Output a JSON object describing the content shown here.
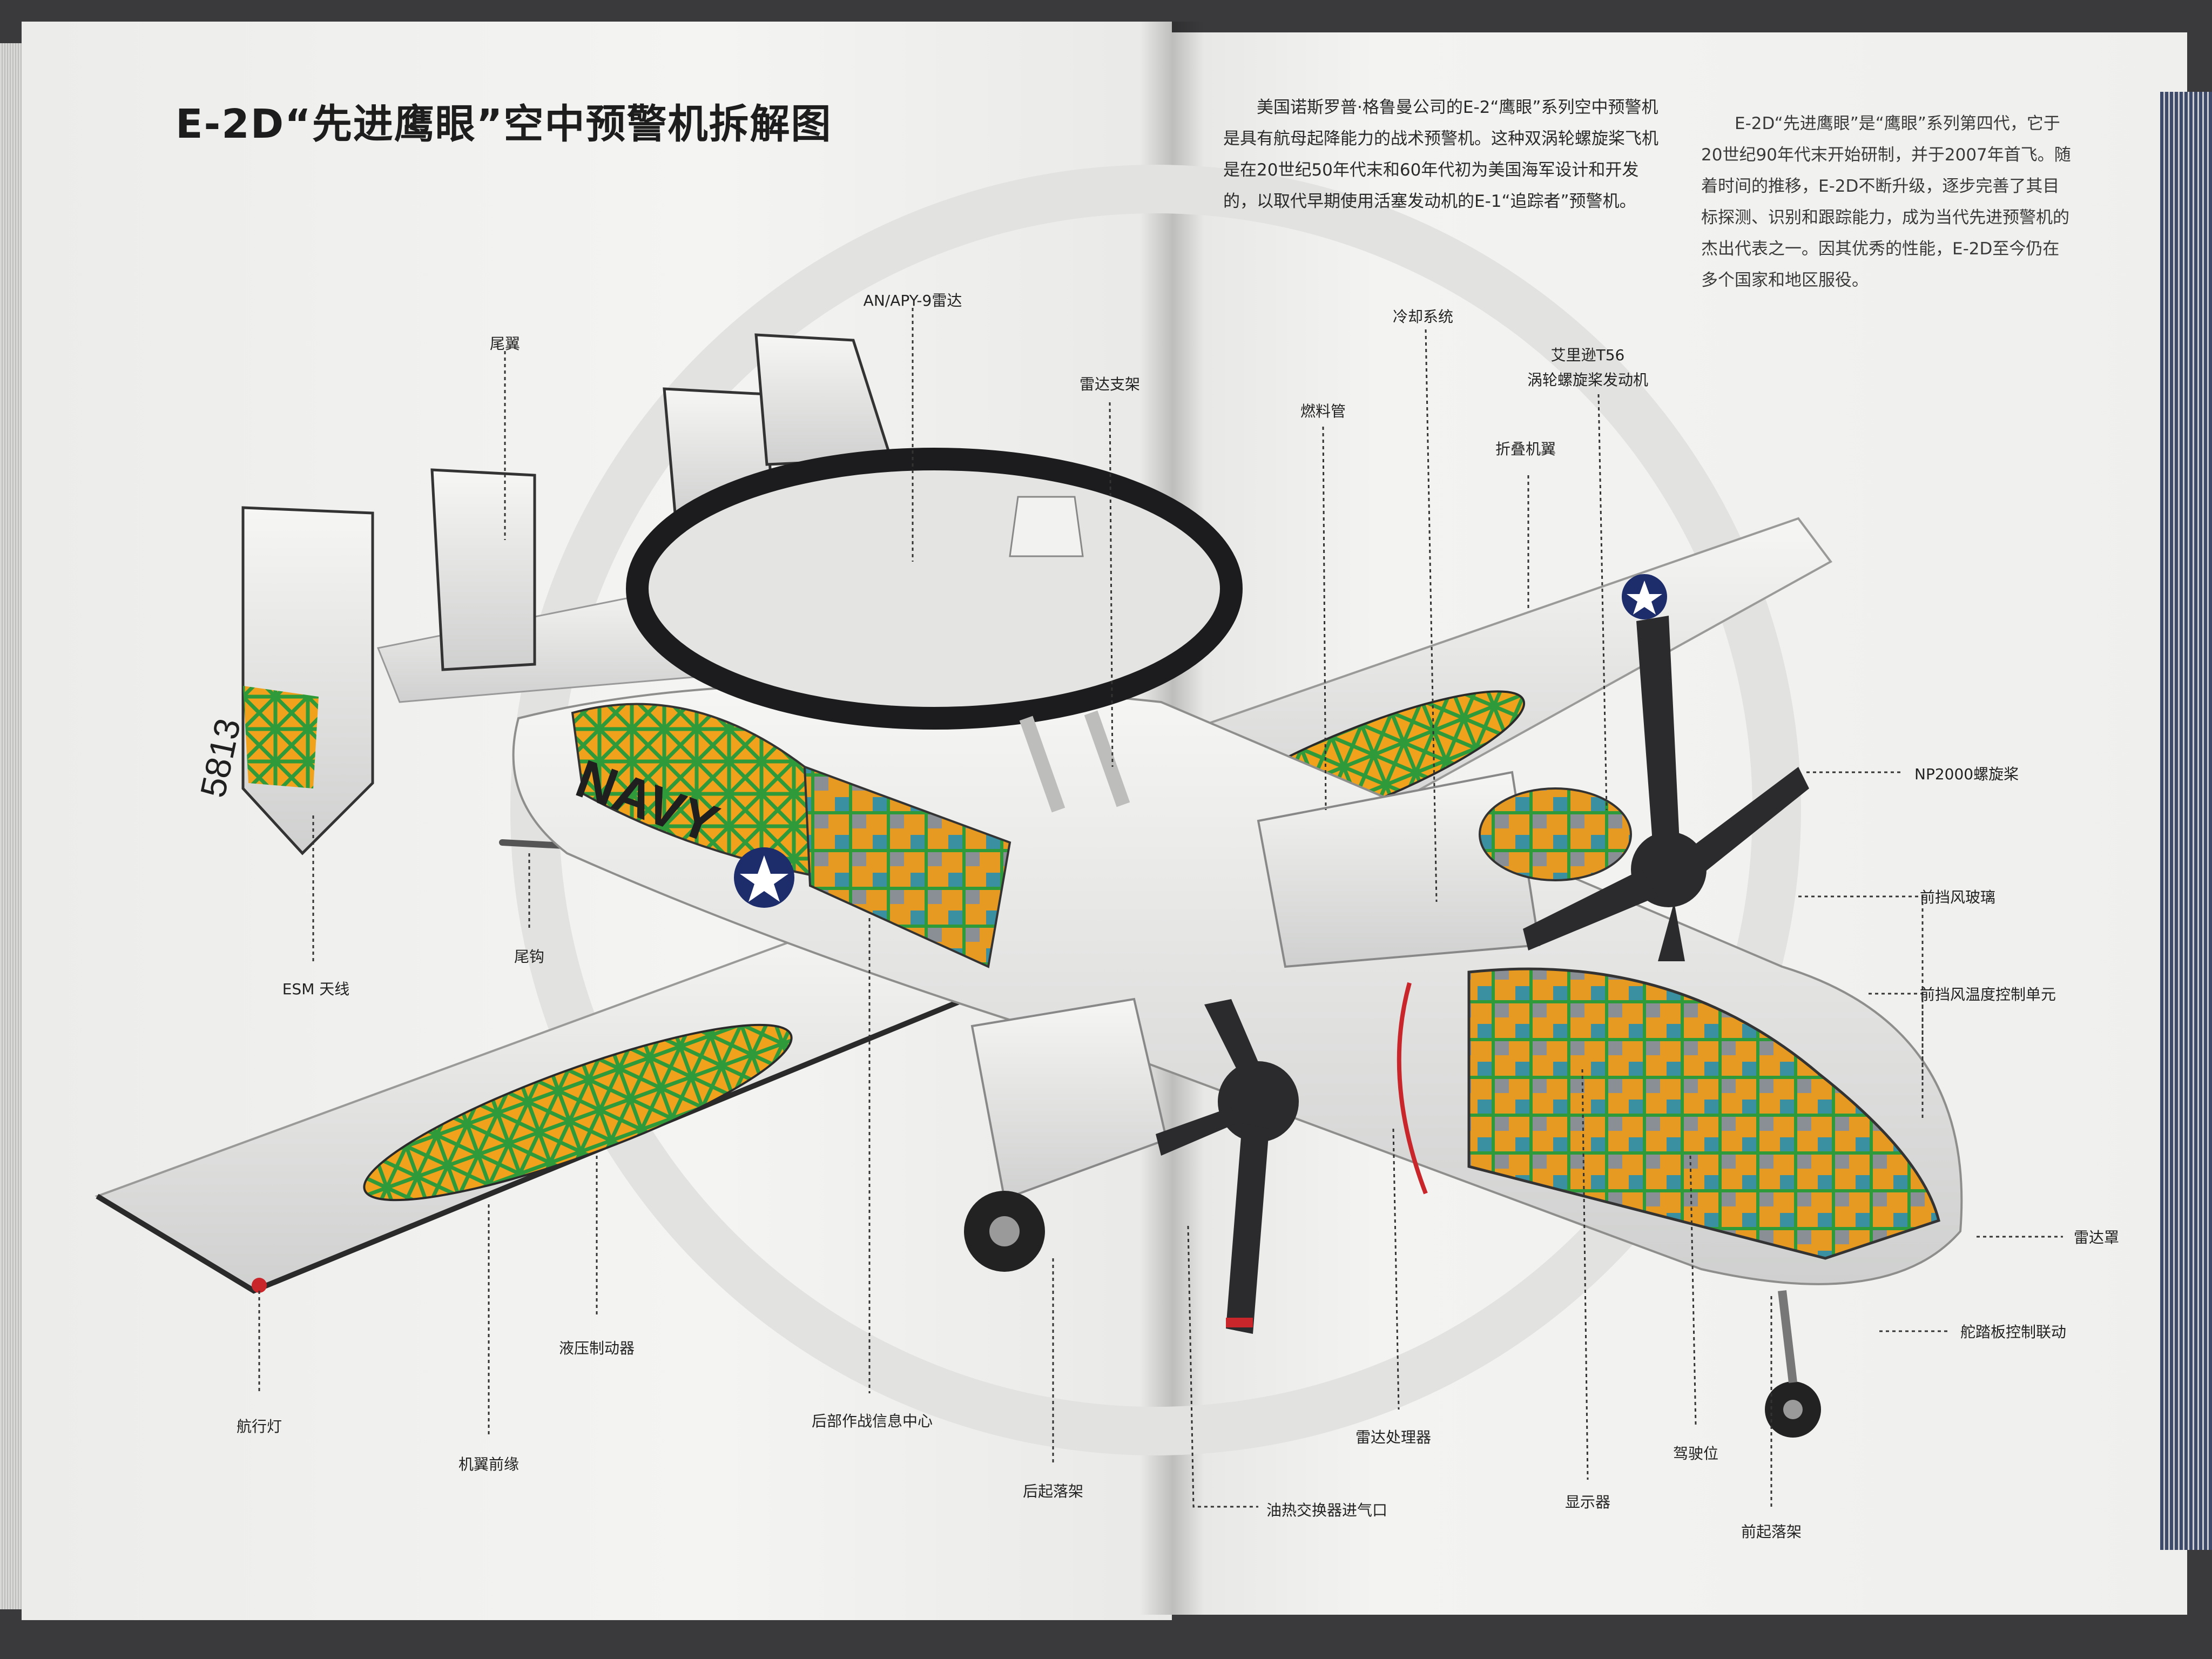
{
  "page": {
    "title": "E-2D“先进鹰眼”空中预警机拆解图",
    "intro_1": "美国诺斯罗普·格鲁曼公司的E-2“鹰眼”系列空中预警机是具有航母起降能力的战术预警机。这种双涡轮螺旋桨飞机是在20世纪50年代末和60年代初为美国海军设计和开发的，以取代早期使用活塞发动机的E-1“追踪者”预警机。",
    "intro_2": "E-2D“先进鹰眼”是“鹰眼”系列第四代，它于20世纪90年代末开始研制，并于2007年首飞。随着时间的推移，E-2D不断升级，逐步完善了其目标探测、识别和跟踪能力，成为当代先进预警机的杰出代表之一。因其优秀的性能，E-2D至今仍在多个国家和地区服役。"
  },
  "aircraft": {
    "nose_marking": "NAVY",
    "tail_number": "5813"
  },
  "labels": {
    "an_apy9": "AN/APY-9雷达",
    "tail": "尾翼",
    "radar_pylon": "雷达支架",
    "cooling": "冷却系统",
    "fuel_pipe": "燃料管",
    "engine_1": "艾里逊T56",
    "engine_2": "涡轮螺旋桨发动机",
    "folding_wing": "折叠机翼",
    "propeller": "NP2000螺旋桨",
    "windshield": "前挡风玻璃",
    "windshield_temp": "前挡风温度控制单元",
    "radome": "雷达罩",
    "rudder_link": "舵踏板控制联动",
    "nose_gear": "前起落架",
    "cockpit": "驾驶位",
    "display": "显示器",
    "oil_cooler": "油热交换器进气口",
    "radar_processor": "雷达处理器",
    "main_gear": "后起落架",
    "cic": "后部作战信息中心",
    "leading_edge": "机翼前缘",
    "nav_light": "航行灯",
    "hydraulic_brake": "液压制动器",
    "esm": "ESM 天线",
    "tail_hook": "尾钩"
  },
  "colors": {
    "page": "#f2f2f0",
    "airframe": "#e8e8e6",
    "rotodome": "#1c1c1e",
    "cutaway_orange": "#f0a21c",
    "cutaway_green": "#2e9a3a",
    "insignia_blue": "#1d2c6b",
    "stripe_red": "#c8262b",
    "propeller": "#2b2b2d"
  }
}
